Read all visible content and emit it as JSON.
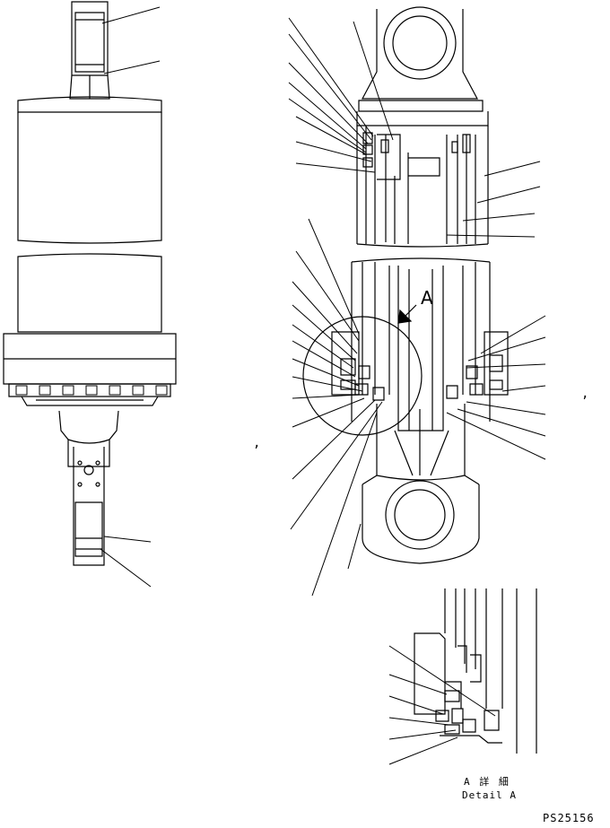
{
  "drawing": {
    "view_label": "A",
    "detail_title_jp": "A 詳 細",
    "detail_title_en": "Detail A",
    "drawing_number": "PS25156",
    "separators": [
      ",",
      ","
    ]
  },
  "colors": {
    "line": "#000000",
    "background": "#ffffff"
  }
}
